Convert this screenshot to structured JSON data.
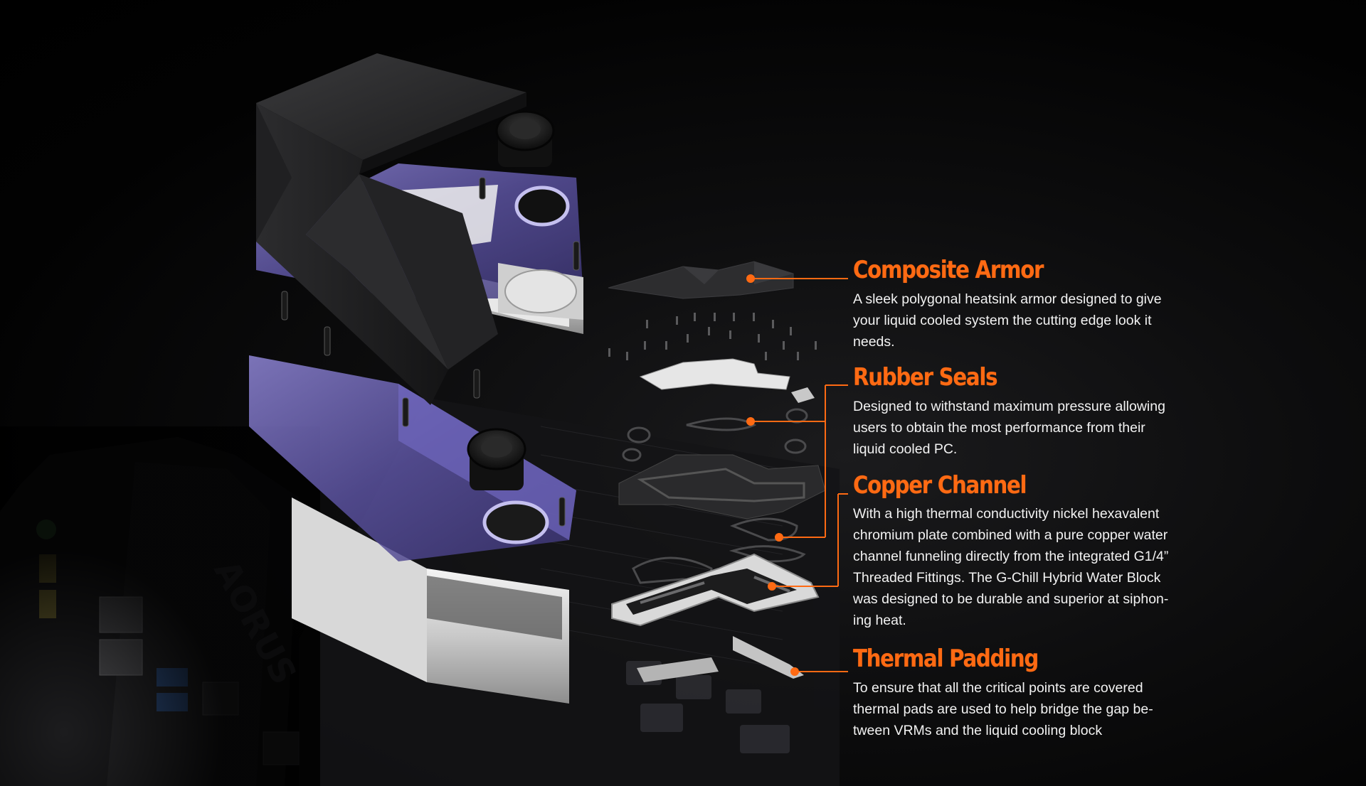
{
  "brand_mark": "AORUS",
  "accent_color": "#ff6a13",
  "features": [
    {
      "title": "Composite Armor",
      "description": "A sleek polygonal heatsink armor designed to give\nyour liquid cooled system the cutting edge look it\nneeds."
    },
    {
      "title": "Rubber Seals",
      "description": "Designed to withstand maximum pressure allowing\nusers to obtain the most performance from their\nliquid cooled PC."
    },
    {
      "title": "Copper Channel",
      "description": "With a high thermal conductivity nickel hexavalent\nchromium plate combined with a pure copper water\nchannel funneling directly from the integrated G1/4”\nThreaded Fittings. The G-Chill Hybrid Water Block\nwas designed to be durable and superior at siphon-\ning heat."
    },
    {
      "title": "Thermal Padding",
      "description": "To ensure that all the critical points are covered\nthermal pads are used to help bridge the gap be-\ntween VRMs and the liquid cooling block"
    }
  ]
}
